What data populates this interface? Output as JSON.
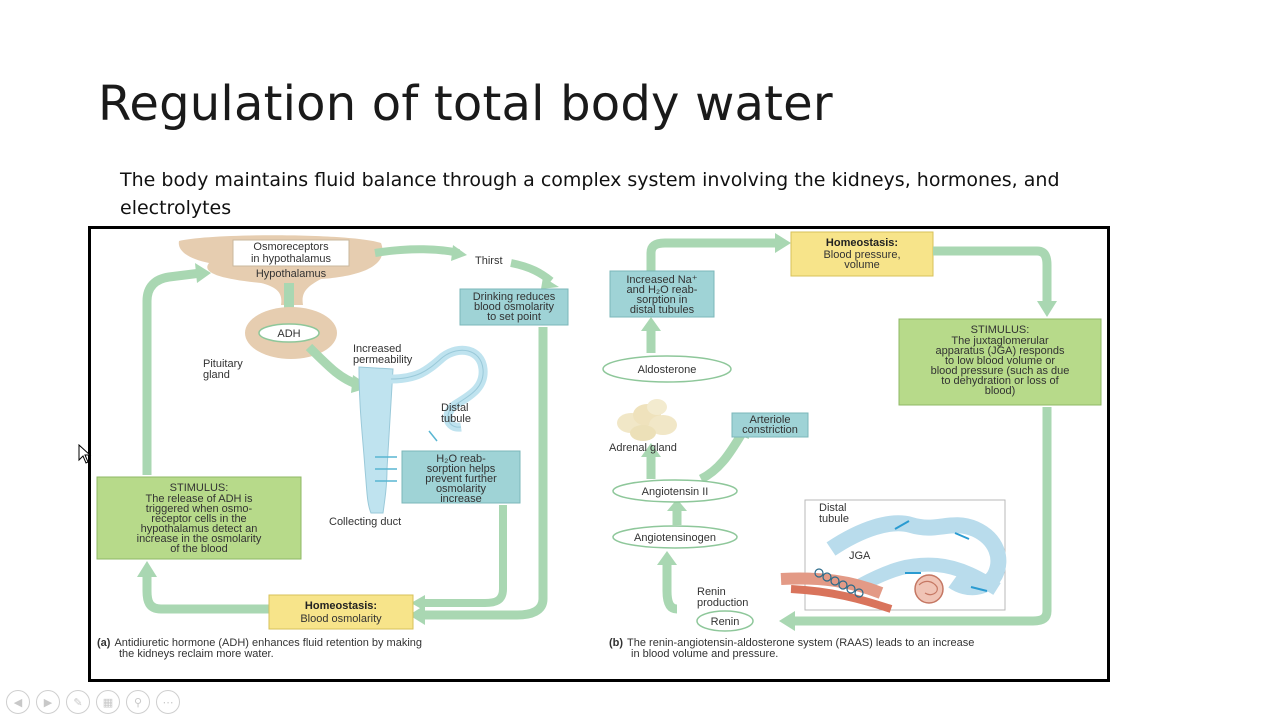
{
  "slide": {
    "title": "Regulation of total body water",
    "body": "The body maintains fluid balance through a complex system involving the kidneys, hormones, and electrolytes"
  },
  "figure": {
    "a": {
      "osmoreceptors_1": "Osmoreceptors",
      "osmoreceptors_2": "in hypothalamus",
      "hypothalamus": "Hypothalamus",
      "adh": "ADH",
      "pituitary_1": "Pituitary",
      "pituitary_2": "gland",
      "increased_perm_1": "Increased",
      "increased_perm_2": "permeability",
      "thirst": "Thirst",
      "drinking_1": "Drinking reduces",
      "drinking_2": "blood osmolarity",
      "drinking_3": "to set point",
      "distal_1": "Distal",
      "distal_2": "tubule",
      "h2o_1": "H₂O reab-",
      "h2o_2": "sorption helps",
      "h2o_3": "prevent further",
      "h2o_4": "osmolarity",
      "h2o_5": "increase",
      "collecting_duct": "Collecting duct",
      "stimulus_title": "STIMULUS:",
      "stimulus_1": "The release of ADH is",
      "stimulus_2": "triggered when osmo-",
      "stimulus_3": "receptor cells in the",
      "stimulus_4": "hypothalamus detect an",
      "stimulus_5": "increase in the osmolarity",
      "stimulus_6": "of the blood",
      "homeo_title": "Homeostasis:",
      "homeo_sub": "Blood osmolarity",
      "caption_letter": "(a)",
      "caption_1": "Antidiuretic hormone (ADH) enhances fluid retention by making",
      "caption_2": "the kidneys reclaim more water."
    },
    "b": {
      "homeo_title": "Homeostasis:",
      "homeo_1": "Blood pressure,",
      "homeo_2": "volume",
      "na_1": "Increased Na⁺",
      "na_2": "and H₂O reab-",
      "na_3": "sorption in",
      "na_4": "distal tubules",
      "aldosterone": "Aldosterone",
      "adrenal": "Adrenal gland",
      "arteriole_1": "Arteriole",
      "arteriole_2": "constriction",
      "angiotensin2": "Angiotensin II",
      "angiotensinogen": "Angiotensinogen",
      "renin_prod_1": "Renin",
      "renin_prod_2": "production",
      "renin": "Renin",
      "distal_1": "Distal",
      "distal_2": "tubule",
      "jga": "JGA",
      "stimulus_title": "STIMULUS:",
      "stimulus_1": "The juxtaglomerular",
      "stimulus_2": "apparatus (JGA) responds",
      "stimulus_3": "to low blood volume or",
      "stimulus_4": "blood pressure (such as due",
      "stimulus_5": "to dehydration or loss of",
      "stimulus_6": "blood)",
      "caption_letter": "(b)",
      "caption_1": "The renin-angiotensin-aldosterone system (RAAS) leads to an increase",
      "caption_2": "in blood volume and pressure."
    }
  },
  "colors": {
    "arrow": "#a9d7b2",
    "arrow_edge": "#7fb78c",
    "teal_box": "#9fd3d6",
    "green_box": "#b7da8a",
    "yellow_box": "#f7e48a",
    "tan": "#e6cdb0"
  },
  "player": {
    "icons": [
      "prev-icon",
      "play-icon",
      "pen-icon",
      "slides-icon",
      "zoom-icon",
      "more-icon"
    ]
  }
}
